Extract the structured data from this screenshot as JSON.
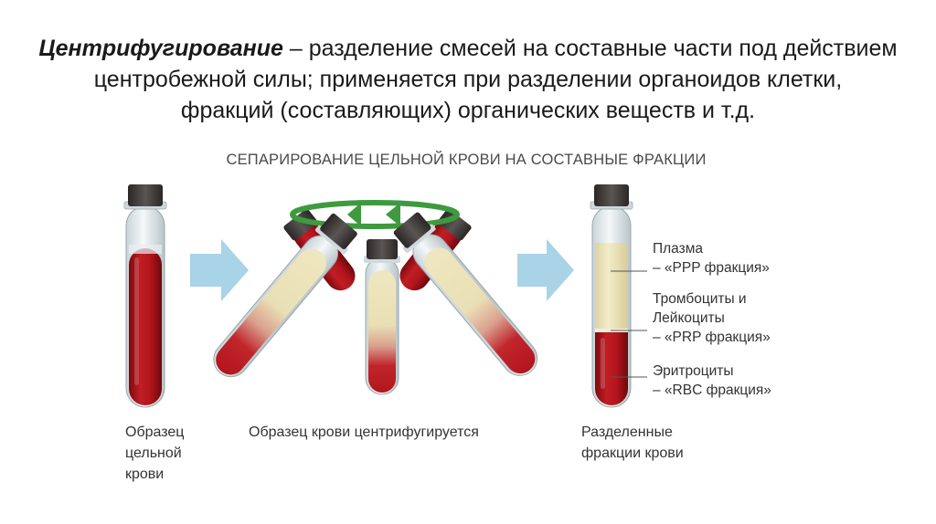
{
  "header": {
    "term": "Центрифугирование",
    "line1_rest": " – разделение смесей на составные части под действием",
    "line2": "центробежной силы; применяется при разделении органоидов клетки,",
    "line3": "фракций (составляющих) органических веществ и т.д."
  },
  "diagram": {
    "title": "СЕПАРИРОВАНИЕ ЦЕЛЬНОЙ КРОВИ НА СОСТАВНЫЕ ФРАКЦИИ",
    "captions": {
      "whole_blood": [
        "Образец",
        "цельной",
        "крови"
      ],
      "centrifuging": "Образец крови центрифугируется",
      "separated": [
        "Разделенные",
        "фракции крови"
      ]
    },
    "fractions": {
      "plasma": [
        "Плазма",
        "– «PPP фракция»"
      ],
      "platelets": [
        "Тромбоциты и",
        "Лейкоциты",
        "– «PRP фракция»"
      ],
      "rbc": [
        "Эритроциты",
        "– «RBC фракция»"
      ]
    }
  },
  "colors": {
    "blood": "#b3151c",
    "plasma": "#efe7c0",
    "cap": "#3d3938",
    "arrow": "#a9d3e6",
    "rotation": "#3e9a3e"
  }
}
